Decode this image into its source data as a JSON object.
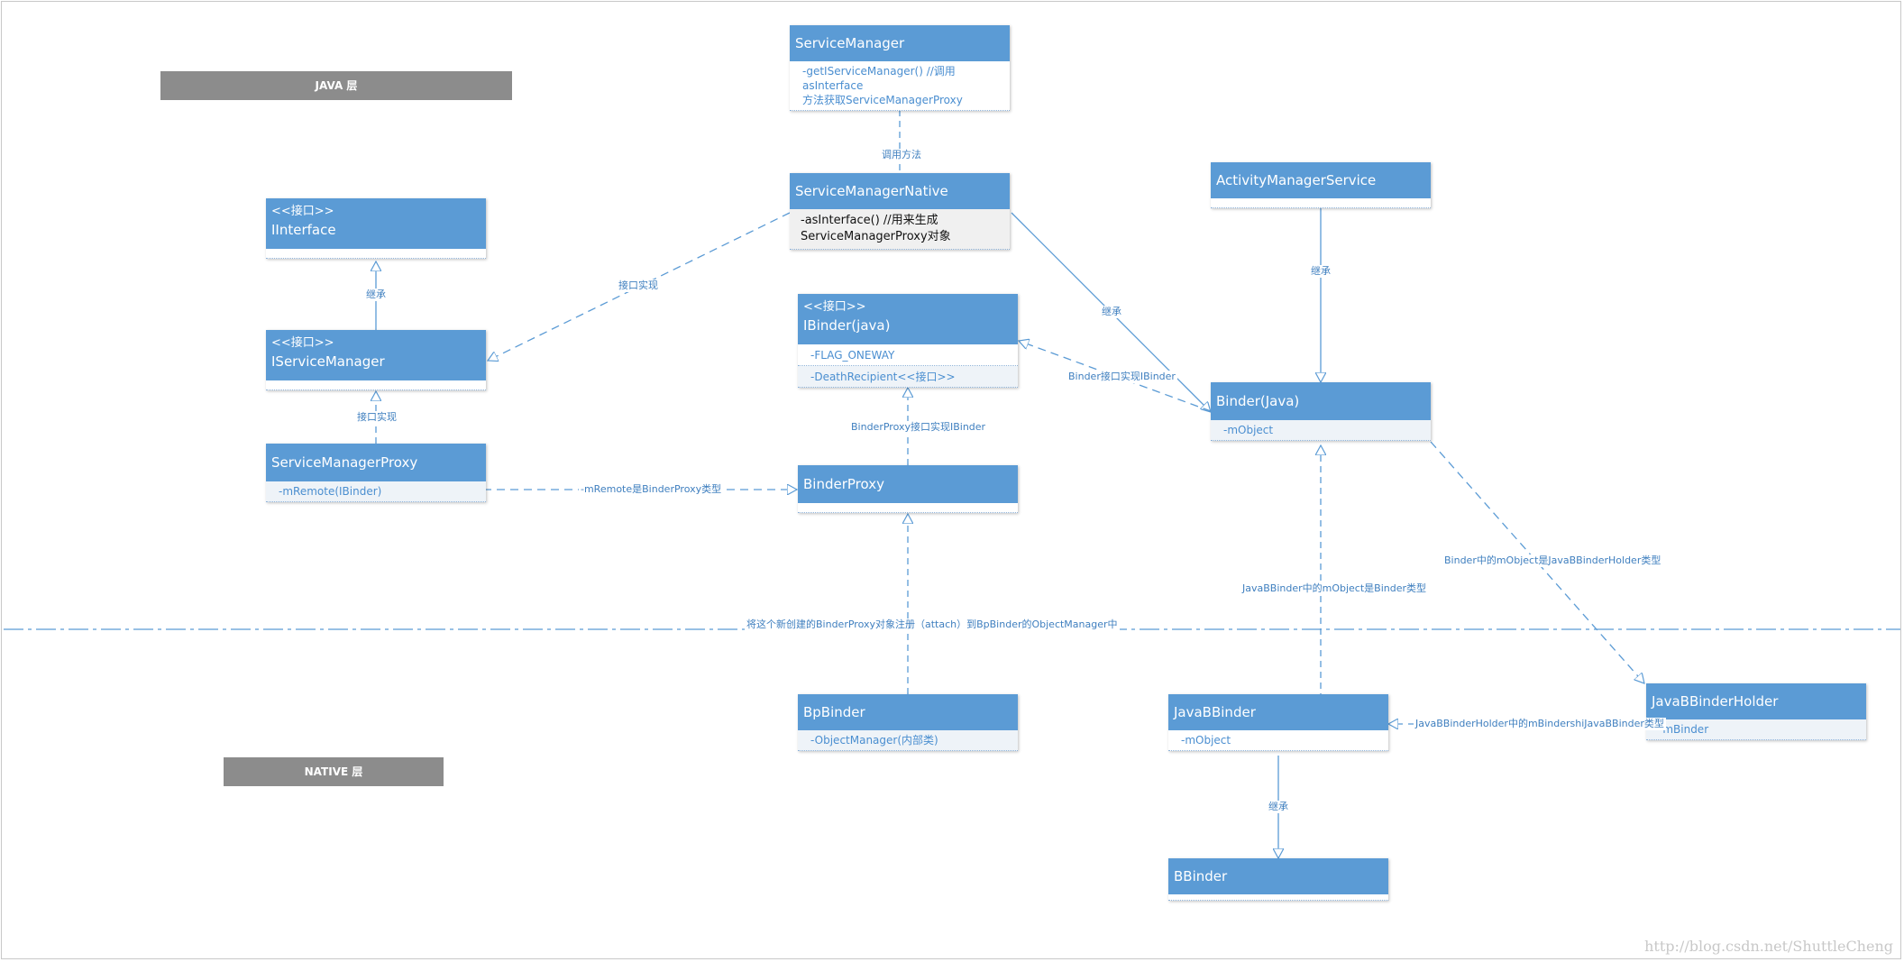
{
  "layers": {
    "java": "JAVA 层",
    "native": "NATIVE 层"
  },
  "classes": {
    "service_manager": {
      "name": "ServiceManager",
      "attrs": [
        "-getIServiceManager() //调用asInterface",
        "方法获取ServiceManagerProxy"
      ]
    },
    "service_manager_native": {
      "name": "ServiceManagerNative",
      "attrs": [
        "-asInterface() //用来生成",
        "ServiceManagerProxy对象"
      ]
    },
    "iinterface": {
      "stereotype": "<<接口>>",
      "name": "IInterface"
    },
    "iservice_manager": {
      "stereotype": "<<接口>>",
      "name": "IServiceManager"
    },
    "service_manager_proxy": {
      "name": "ServiceManagerProxy",
      "attrs": [
        "-mRemote(IBinder)"
      ]
    },
    "ibinder_java": {
      "stereotype": "<<接口>>",
      "name": "IBinder(java)",
      "attrs": [
        "-FLAG_ONEWAY",
        "-DeathRecipient<<接口>>"
      ]
    },
    "binder_proxy": {
      "name": "BinderProxy"
    },
    "activity_manager_service": {
      "name": "ActivityManagerService"
    },
    "binder_java": {
      "name": "Binder(Java)",
      "attrs": [
        "-mObject"
      ]
    },
    "bp_binder": {
      "name": "BpBinder",
      "attrs": [
        "-ObjectManager(内部类)"
      ]
    },
    "java_bbinder": {
      "name": "JavaBBinder",
      "attrs": [
        "-mObject"
      ]
    },
    "java_bbinder_holder": {
      "name": "JavaBBinderHolder",
      "attrs": [
        "-mBinder"
      ]
    },
    "bbinder": {
      "name": "BBinder"
    }
  },
  "edge_labels": {
    "call_method": "调用方法",
    "implements_interface": "接口实现",
    "inherit_iservice": "继承",
    "implements_proxy": "接口实现",
    "inherit_binder": "继承",
    "inherit_ams": "继承",
    "binder_implements_ibinder": "Binder接口实现IBinder",
    "binderproxy_implements_ibinder": "BinderProxy接口实现IBinder",
    "mremote_type": "-mRemote是BinderProxy类型",
    "javabbinder_mobject": "JavaBBinder中的mObject是Binder类型",
    "binder_mobject": "Binder中的mObject是JavaBBinderHolder类型",
    "holder_mbinder": "JavaBBinderHolder中的mBindershiJavaBBinder类型",
    "inherit_bbinder": "继承",
    "layer_divider": "将这个新创建的BinderProxy对象注册（attach）到BpBinder的ObjectManager中"
  },
  "watermark": "http://blog.csdn.net/ShuttleCheng",
  "colors": {
    "class_header": "#5b9bd5",
    "edge": "#5b9bd5",
    "layer_label": "#8c8c8c"
  }
}
